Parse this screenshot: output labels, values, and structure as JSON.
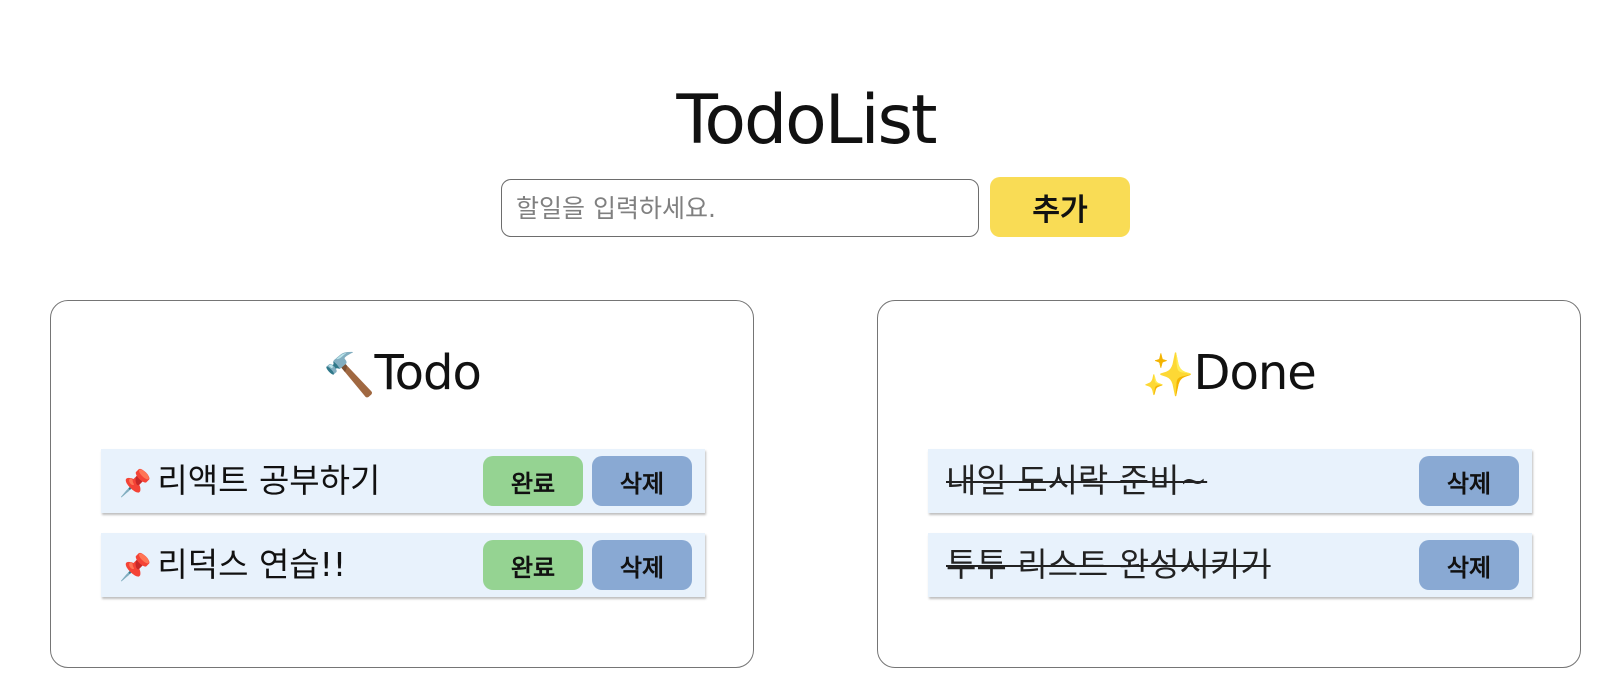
{
  "app": {
    "title": "TodoList"
  },
  "form": {
    "placeholder": "할일을 입력하세요.",
    "add_label": "추가"
  },
  "todo_panel": {
    "icon": "🔨",
    "title": "Todo",
    "items": [
      {
        "pin": "📌",
        "text": "리액트 공부하기",
        "complete_label": "완료",
        "delete_label": "삭제"
      },
      {
        "pin": "📌",
        "text": "리덕스 연습!!",
        "complete_label": "완료",
        "delete_label": "삭제"
      }
    ]
  },
  "done_panel": {
    "icon": "✨",
    "title": "Done",
    "items": [
      {
        "text": "내일 도시락 준비~",
        "delete_label": "삭제"
      },
      {
        "text": "투투 리스트 완성시키기",
        "delete_label": "삭제"
      }
    ]
  },
  "colors": {
    "add_button": "#f9dc55",
    "complete_button": "#95d392",
    "delete_button": "#89a9d3",
    "item_background": "#e8f2fc"
  }
}
